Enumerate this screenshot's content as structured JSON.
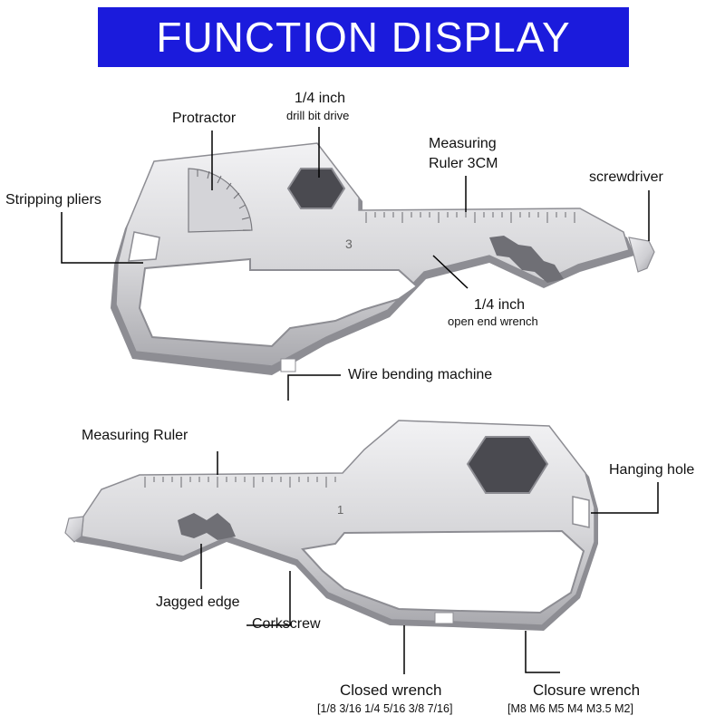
{
  "title": "FUNCTION DISPLAY",
  "colors": {
    "banner": "#1b1bdc",
    "banner_text": "#ffffff",
    "metal_light": "#e6e6e8",
    "metal_dark": "#8d8d93",
    "leader_line": "#000000"
  },
  "top_tool": {
    "protractor": "Protractor",
    "drill_title": "1/4 inch",
    "drill_sub": "drill bit drive",
    "ruler_line1": "Measuring",
    "ruler_line2": "Ruler 3CM",
    "screwdriver": "screwdriver",
    "stripping": "Stripping pliers",
    "wrench_title": "1/4 inch",
    "wrench_sub": "open end wrench",
    "wire_bending": "Wire bending machine",
    "ruler_mark": "3"
  },
  "bottom_tool": {
    "measuring_ruler": "Measuring Ruler",
    "hanging_hole": "Hanging hole",
    "jagged_edge": "Jagged edge",
    "corkscrew": "Corkscrew",
    "closed_wrench": "Closed wrench",
    "closed_sizes": "[1/8 3/16 1/4 5/16 3/8 7/16]",
    "closure_wrench": "Closure wrench",
    "closure_sizes": "[M8 M6 M5 M4 M3.5 M2]",
    "ruler_mark": "1"
  }
}
